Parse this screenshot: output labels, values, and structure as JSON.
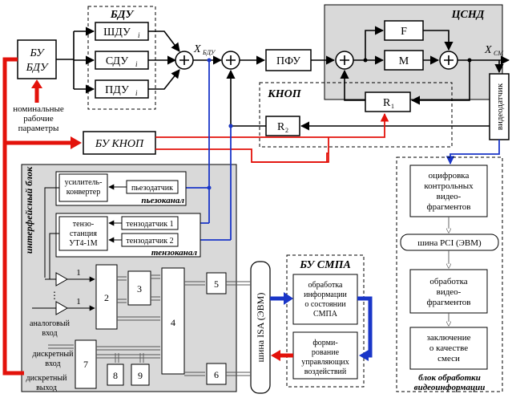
{
  "bdu": {
    "title": "БДУ",
    "box1": "ШДУ",
    "box2": "СДУ",
    "box3": "ПДУ",
    "subscript": "i"
  },
  "bu_bdu": {
    "line1": "БУ",
    "line2": "БДУ"
  },
  "nominal": {
    "line1": "номинальные",
    "line2": "рабочие",
    "line3": "параметры"
  },
  "signals": {
    "x_bdu": "X",
    "x_bdu_sub": "БДУ",
    "x_sm": "X",
    "x_sm_sub": "СМ"
  },
  "pfu": "ПФУ",
  "csnd": {
    "title": "ЦСНД",
    "f": "F",
    "m": "M",
    "r1": "R",
    "r1_sub": "1"
  },
  "knop": {
    "title": "КНОП",
    "r2": "R",
    "r2_sub": "2"
  },
  "bu_knop": "БУ КНОП",
  "video_sensor": "видеодатчик",
  "interface": {
    "title": "интерфейсный блок",
    "amp_line1": "усилитель-",
    "amp_line2": "конвертер",
    "piezo_sensor": "пьезодатчик",
    "piezo_channel": "пьезоканал",
    "tenzo_station_1": "тензо-",
    "tenzo_station_2": "станция",
    "tenzo_station_3": "УТ4-1М",
    "tenzo_sensor_1": "тензодатчик 1",
    "tenzo_sensor_2": "тензодатчик 2",
    "tenzo_channel": "тензоканал",
    "n1a": "1",
    "n1b": "1",
    "n2": "2",
    "n3": "3",
    "n4": "4",
    "n5": "5",
    "n6": "6",
    "n7": "7",
    "n8": "8",
    "n9": "9",
    "dots": "⋮",
    "analog_1": "аналоговый",
    "analog_2": "вход",
    "disc_in_1": "дискретный",
    "disc_in_2": "вход",
    "disc_out_1": "дискретный",
    "disc_out_2": "выход"
  },
  "isa_bus": "шина ISA (ЭВМ)",
  "bu_smpa": {
    "title": "БУ СМПА",
    "box1": [
      "обработка",
      "информации",
      "о состоянии",
      "СМПА"
    ],
    "box2": [
      "форми-",
      "рование",
      "управляющих",
      "воздействий"
    ]
  },
  "video_block": {
    "box1": [
      "оцифровка",
      "контрольных",
      "видео-",
      "фрагментов"
    ],
    "pci": "шина PCI (ЭВМ)",
    "box2": [
      "обработка",
      "видео-",
      "фрагментов"
    ],
    "box3": [
      "заключение",
      "о качестве",
      "смеси"
    ],
    "title1": "блок обработки",
    "title2": "видеоинформации"
  }
}
